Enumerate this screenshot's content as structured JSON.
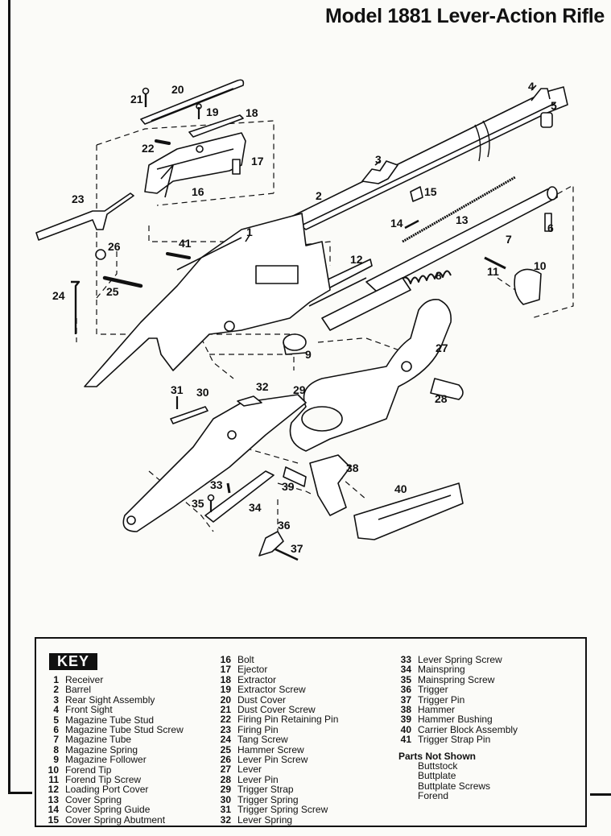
{
  "title": "Model 1881 Lever-Action Rifle",
  "callouts": [
    "1",
    "2",
    "3",
    "4",
    "5",
    "6",
    "7",
    "8",
    "9",
    "10",
    "11",
    "12",
    "13",
    "14",
    "15",
    "16",
    "17",
    "18",
    "19",
    "20",
    "21",
    "22",
    "23",
    "24",
    "25",
    "26",
    "27",
    "28",
    "29",
    "30",
    "31",
    "32",
    "33",
    "34",
    "35",
    "36",
    "37",
    "38",
    "39",
    "40",
    "41"
  ],
  "key": {
    "heading": "KEY",
    "columns": [
      [
        {
          "num": "1",
          "name": "Receiver"
        },
        {
          "num": "2",
          "name": "Barrel"
        },
        {
          "num": "3",
          "name": "Rear Sight Assembly"
        },
        {
          "num": "4",
          "name": "Front Sight"
        },
        {
          "num": "5",
          "name": "Magazine Tube Stud"
        },
        {
          "num": "6",
          "name": "Magazine Tube Stud Screw"
        },
        {
          "num": "7",
          "name": "Magazine Tube"
        },
        {
          "num": "8",
          "name": "Magazine Spring"
        },
        {
          "num": "9",
          "name": "Magazine Follower"
        },
        {
          "num": "10",
          "name": "Forend Tip"
        },
        {
          "num": "11",
          "name": "Forend Tip Screw"
        },
        {
          "num": "12",
          "name": "Loading Port Cover"
        },
        {
          "num": "13",
          "name": "Cover Spring"
        },
        {
          "num": "14",
          "name": "Cover Spring Guide"
        },
        {
          "num": "15",
          "name": "Cover Spring Abutment"
        }
      ],
      [
        {
          "num": "16",
          "name": "Bolt"
        },
        {
          "num": "17",
          "name": "Ejector"
        },
        {
          "num": "18",
          "name": "Extractor"
        },
        {
          "num": "19",
          "name": "Extractor Screw"
        },
        {
          "num": "20",
          "name": "Dust Cover"
        },
        {
          "num": "21",
          "name": "Dust Cover Screw"
        },
        {
          "num": "22",
          "name": "Firing Pin Retaining Pin"
        },
        {
          "num": "23",
          "name": "Firing Pin"
        },
        {
          "num": "24",
          "name": "Tang Screw"
        },
        {
          "num": "25",
          "name": "Hammer Screw"
        },
        {
          "num": "26",
          "name": "Lever Pin Screw"
        },
        {
          "num": "27",
          "name": "Lever"
        },
        {
          "num": "28",
          "name": "Lever Pin"
        },
        {
          "num": "29",
          "name": "Trigger Strap"
        },
        {
          "num": "30",
          "name": "Trigger Spring"
        },
        {
          "num": "31",
          "name": "Trigger Spring Screw"
        },
        {
          "num": "32",
          "name": "Lever Spring"
        }
      ],
      [
        {
          "num": "33",
          "name": "Lever Spring Screw"
        },
        {
          "num": "34",
          "name": "Mainspring"
        },
        {
          "num": "35",
          "name": "Mainspring Screw"
        },
        {
          "num": "36",
          "name": "Trigger"
        },
        {
          "num": "37",
          "name": "Trigger Pin"
        },
        {
          "num": "38",
          "name": "Hammer"
        },
        {
          "num": "39",
          "name": "Hammer Bushing"
        },
        {
          "num": "40",
          "name": "Carrier Block Assembly"
        },
        {
          "num": "41",
          "name": "Trigger Strap Pin"
        }
      ]
    ],
    "not_shown": {
      "heading": "Parts Not Shown",
      "items": [
        "Buttstock",
        "Buttplate",
        "Buttplate Screws",
        "Forend"
      ]
    }
  }
}
